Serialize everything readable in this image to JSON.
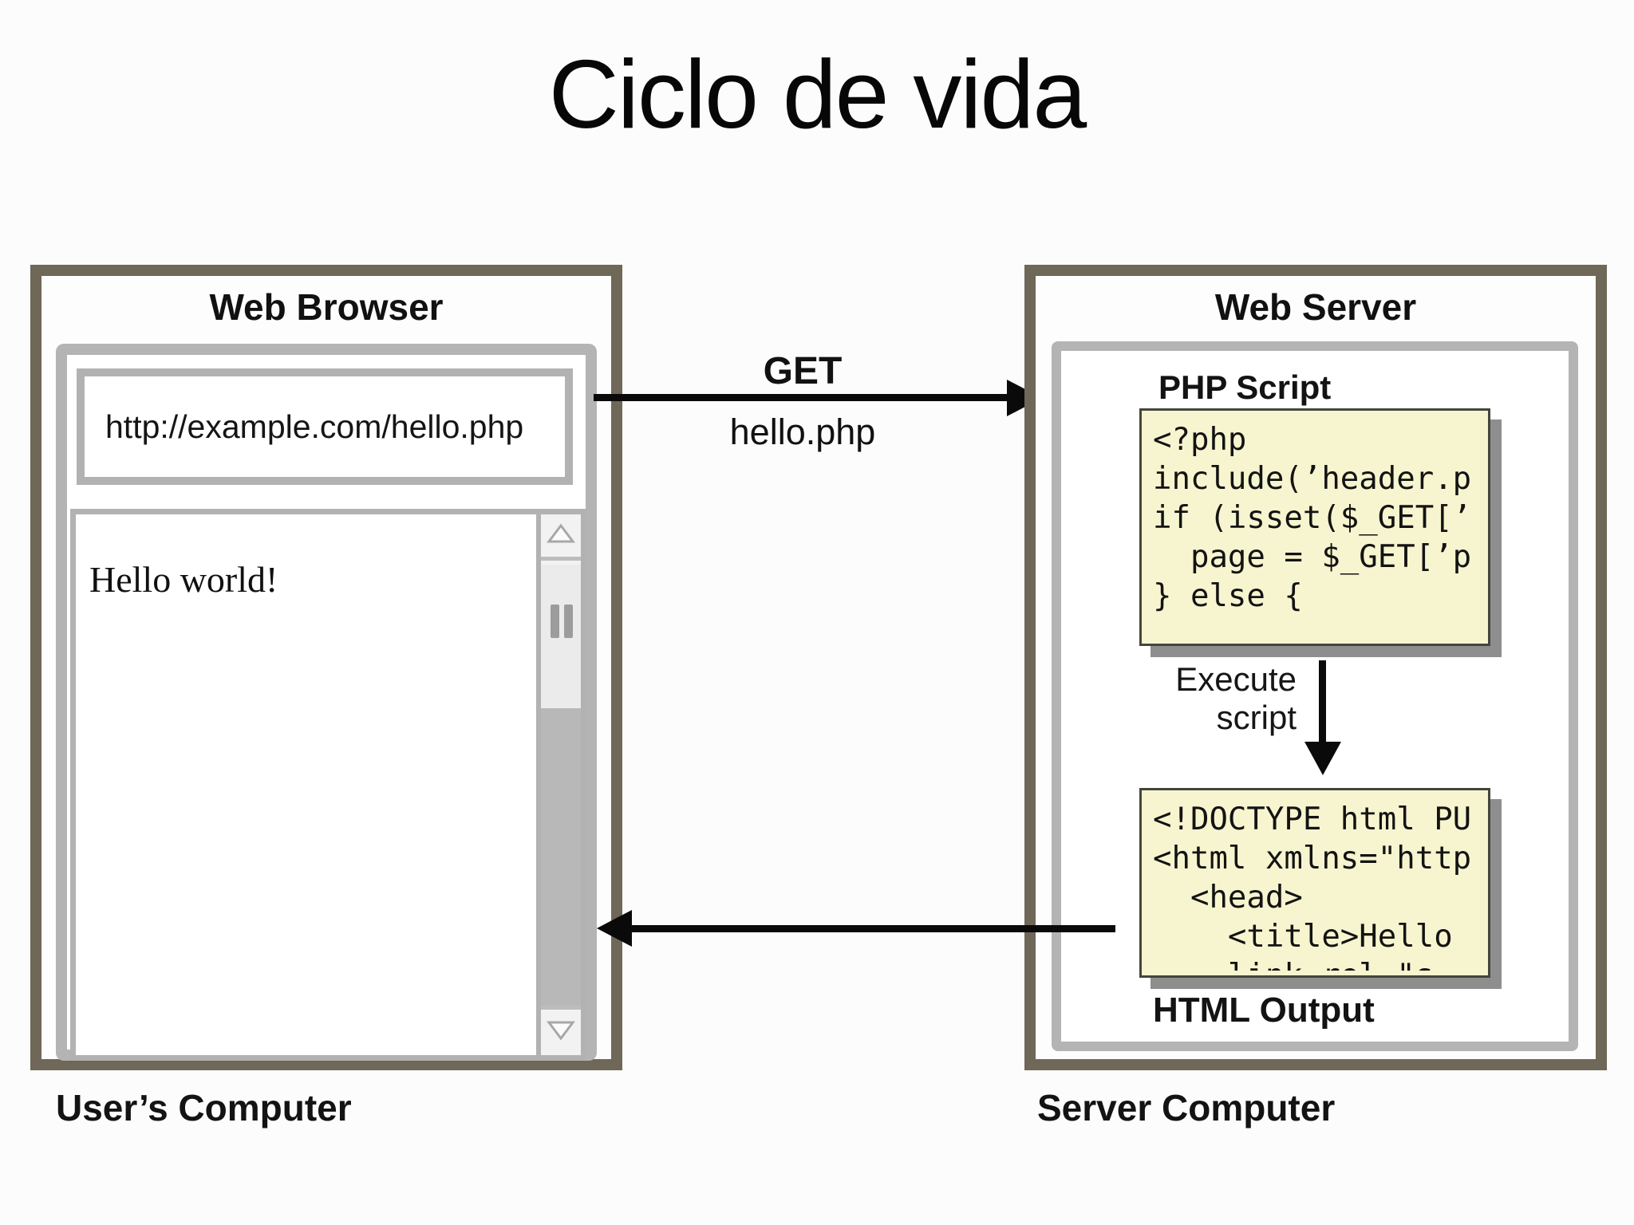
{
  "title": "Ciclo de vida",
  "browser": {
    "title": "Web Browser",
    "url": "http://example.com/hello.php",
    "content_text": "Hello world!",
    "caption": "User’s Computer"
  },
  "request_arrow": {
    "label": "GET",
    "sublabel": "hello.php"
  },
  "server": {
    "title": "Web Server",
    "caption": "Server Computer",
    "php_label": "PHP Script",
    "php_lines": {
      "0": "<?php",
      "1": "include(’header.p",
      "2": "if (isset($_GET[’",
      "3": "  page = $_GET[’p",
      "4": "} else {"
    },
    "execute_line1": "Execute",
    "execute_line2": "script",
    "html_label": "HTML Output",
    "html_lines": {
      "0": "<!DOCTYPE html PU",
      "1": "<html xmlns=\"http",
      "2": "  <head>",
      "3": "    <title>Hello",
      "4": "    link rel=\"s"
    }
  },
  "colors": {
    "frame": "#6f6757",
    "panel_border": "#b4b4b4",
    "code_bg": "#f7f5cf",
    "code_shadow": "#8e8e8e",
    "arrow": "#0a0a0a"
  }
}
